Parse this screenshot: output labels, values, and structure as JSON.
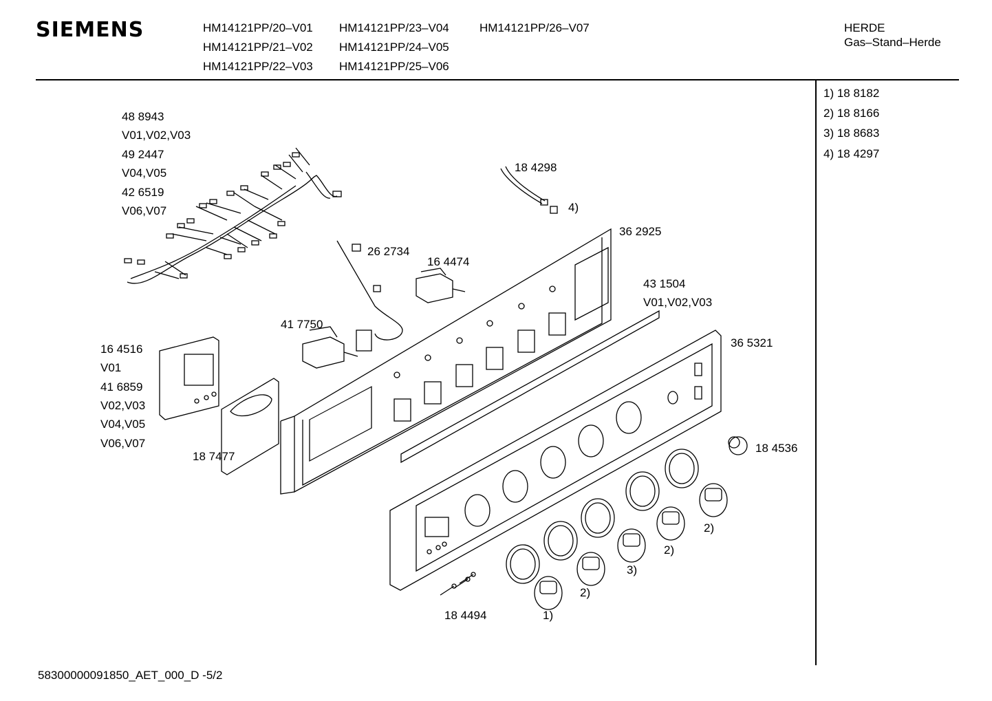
{
  "header": {
    "brand": "SIEMENS",
    "models": [
      "HM14121PP/20–V01",
      "HM14121PP/23–V04",
      "HM14121PP/26–V07",
      "HM14121PP/21–V02",
      "HM14121PP/24–V05",
      "HM14121PP/22–V03",
      "HM14121PP/25–V06"
    ],
    "category": [
      "HERDE",
      "Gas–Stand–Herde"
    ]
  },
  "side_notes": [
    "1) 18 8182",
    "2) 18 8166",
    "3) 18 8683",
    "4) 18 4297"
  ],
  "labels": {
    "harness": [
      "48 8943",
      "V01,V02,V03",
      "49 2447",
      "V04,V05",
      "42 6519",
      "V06,V07"
    ],
    "wire": "18 4298",
    "wire_note": "4)",
    "bracket": "36 2925",
    "clip": "26 2734",
    "switch_right": "16 4474",
    "strip": [
      "43 1504",
      "V01,V02,V03"
    ],
    "switch_left": "41 7750",
    "panel": "36 5321",
    "timer": [
      "16 4516",
      "V01",
      "41 6859",
      "V02,V03",
      "V04,V05",
      "V06,V07"
    ],
    "frame": "18 7477",
    "lamp": "18 4536",
    "screws": "18 4494",
    "n1": "1)",
    "n2a": "2)",
    "n2b": "2)",
    "n2c": "2)",
    "n3": "3)"
  },
  "footer": "58300000091850_AET_000_D  -5/2"
}
